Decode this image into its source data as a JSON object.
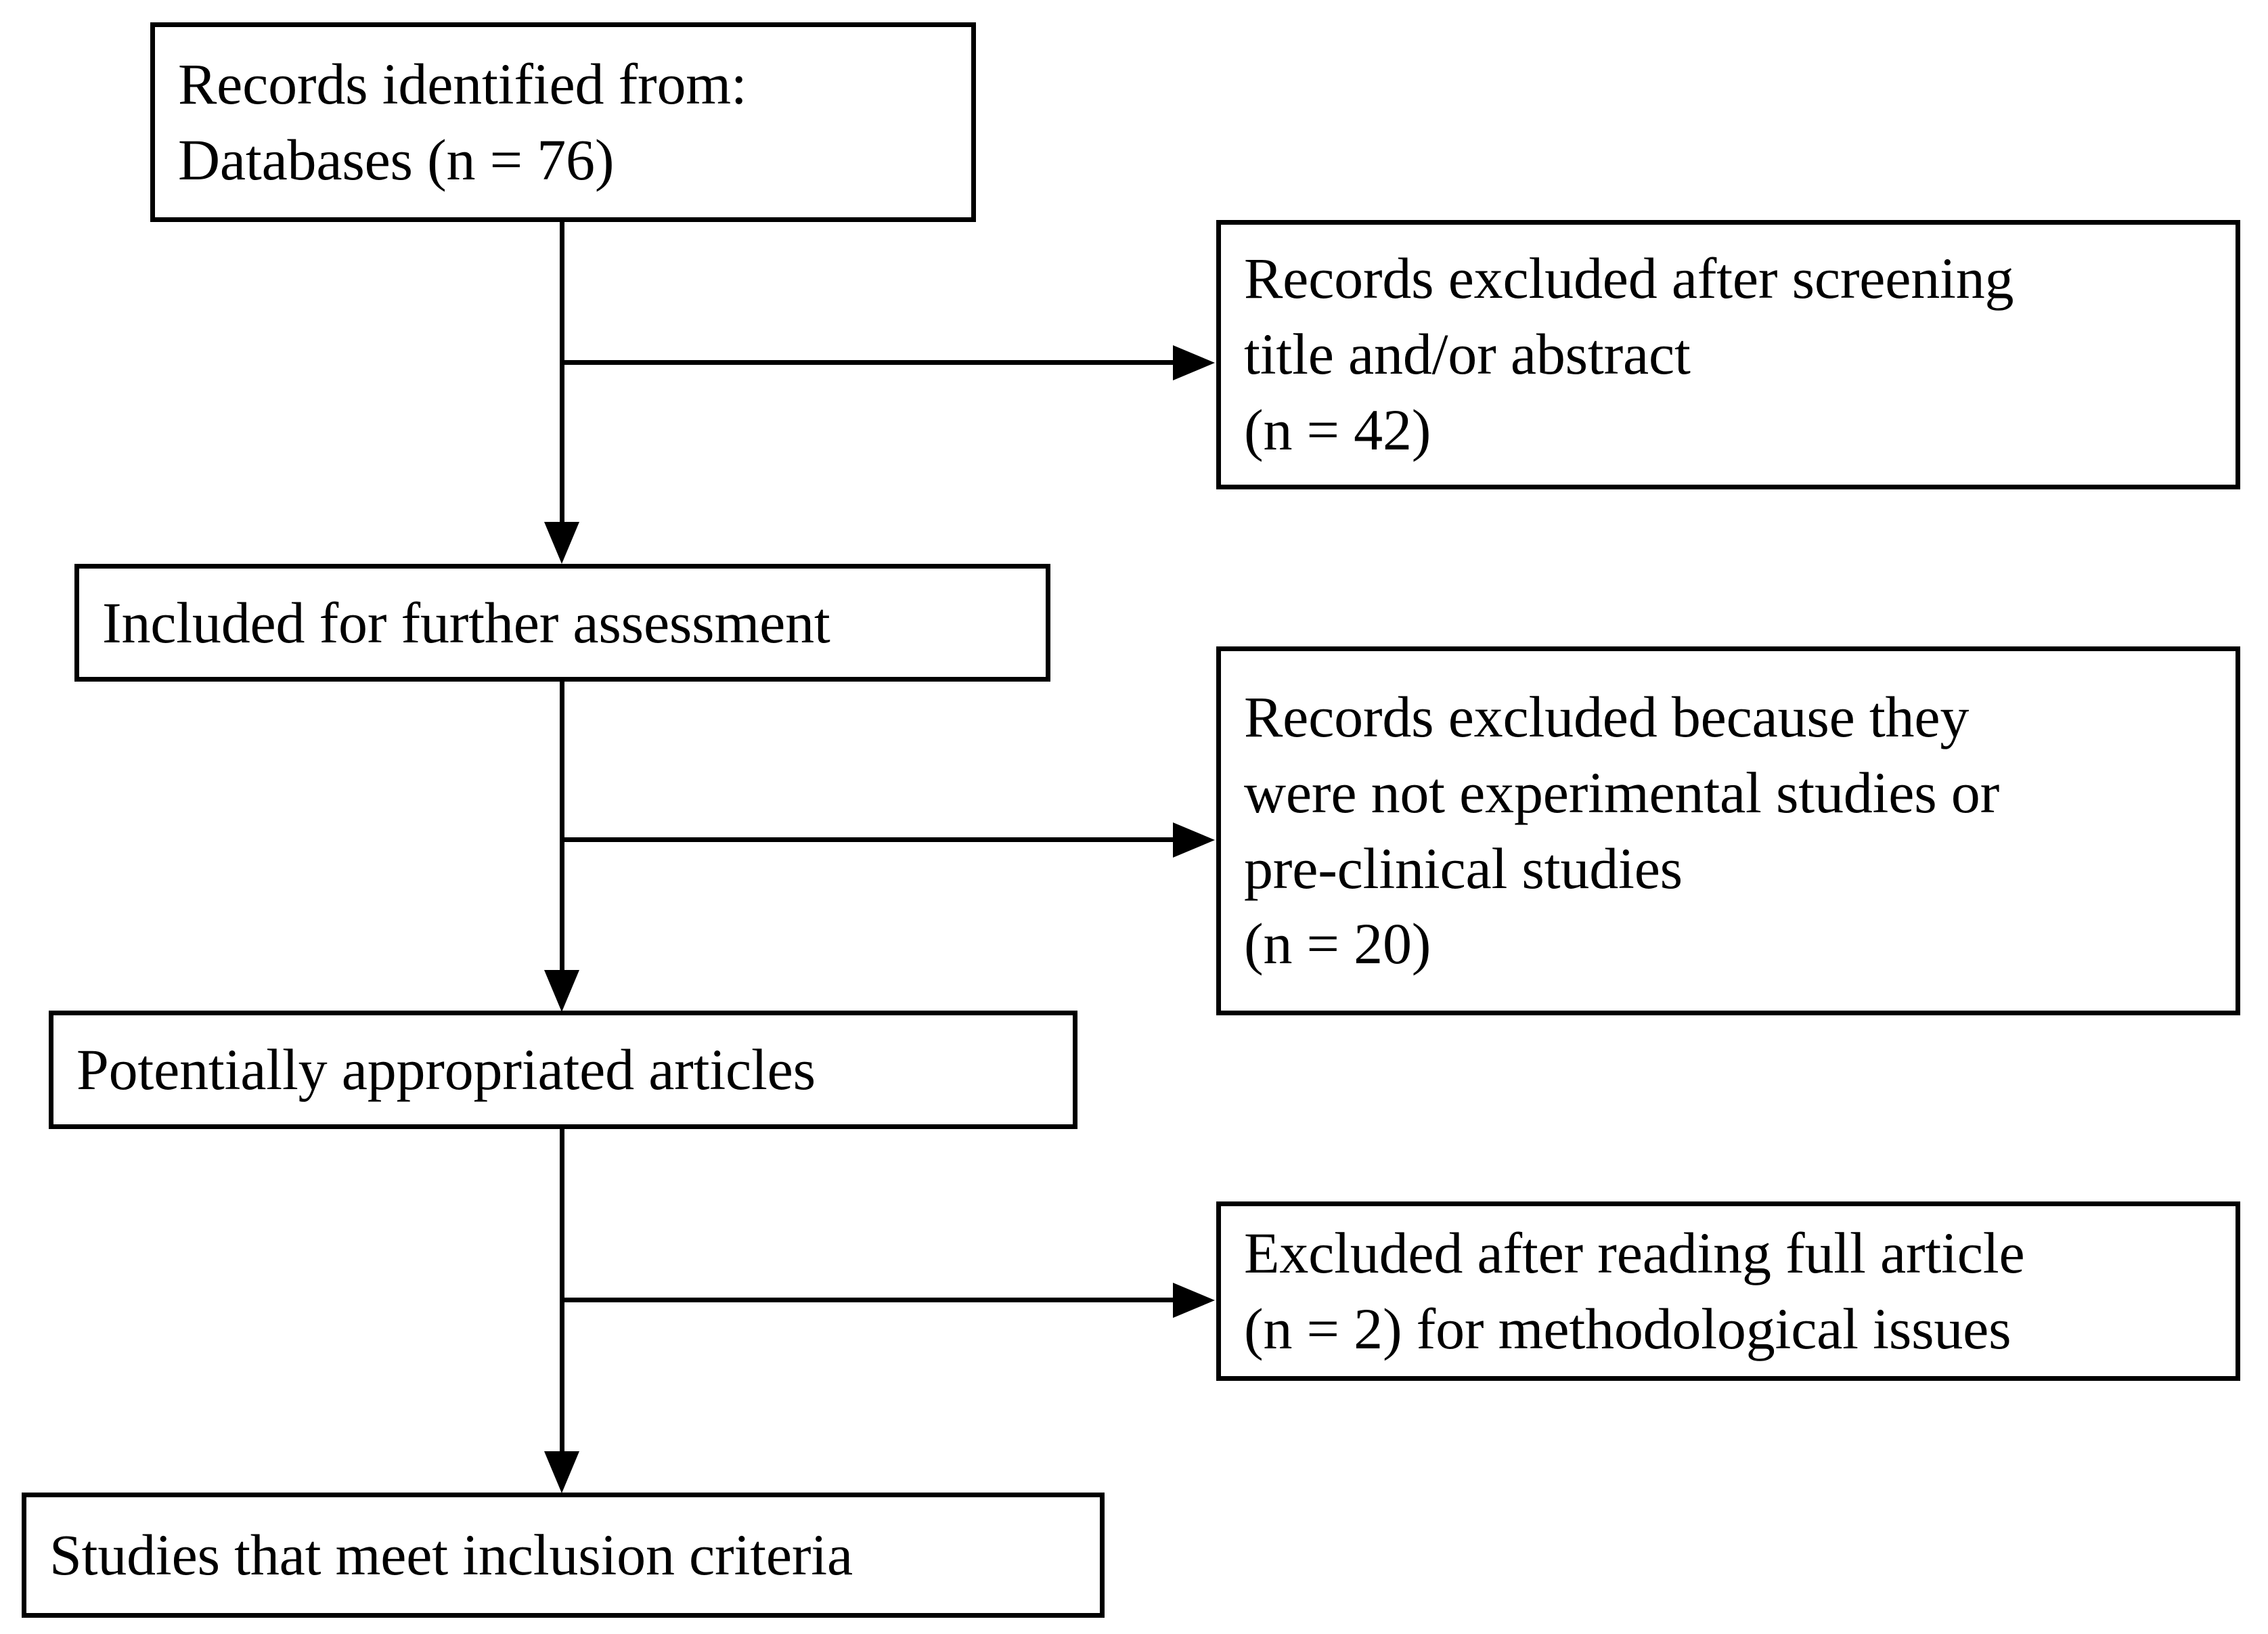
{
  "diagram": {
    "type": "prisma-flow-diagram",
    "title": "",
    "background_color": "#ffffff",
    "line_color": "#000000",
    "text_color": "#000000",
    "nodes": [
      {
        "id": "records-identified",
        "label": "Records identified from:\nDatabases (n = 76)",
        "count_label": "n = 76",
        "column": "main",
        "order": 1
      },
      {
        "id": "records-excluded-screening",
        "label": "Records excluded after screening\ntitle and/or abstract\n(n = 42)",
        "count_label": "n = 42",
        "column": "exclusion",
        "order": 2
      },
      {
        "id": "included-further-assessment",
        "label": "Included for further assessment",
        "count_label": "",
        "column": "main",
        "order": 3
      },
      {
        "id": "records-excluded-not-experimental",
        "label": "Records excluded because they\nwere not experimental studies or\npre-clinical studies\n(n = 20)",
        "count_label": "n = 20",
        "column": "exclusion",
        "order": 4
      },
      {
        "id": "potentially-appropriated-articles",
        "label": "Potentially appropriated articles",
        "count_label": "",
        "column": "main",
        "order": 5
      },
      {
        "id": "excluded-full-article",
        "label": "Excluded after reading full article\n(n = 2) for methodological issues",
        "count_label": "n = 2",
        "column": "exclusion",
        "order": 6
      },
      {
        "id": "studies-meet-inclusion",
        "label": "Studies that meet inclusion criteria",
        "count_label": "",
        "column": "main",
        "order": 7
      }
    ],
    "edges": [
      {
        "id": "edge-identified-to-included",
        "from": "records-identified",
        "to": "included-further-assessment",
        "direction": "down",
        "arrowhead": true
      },
      {
        "id": "edge-identified-to-excluded-screening",
        "from": "records-identified",
        "to": "records-excluded-screening",
        "direction": "right",
        "arrowhead": true
      },
      {
        "id": "edge-included-to-potentially",
        "from": "included-further-assessment",
        "to": "potentially-appropriated-articles",
        "direction": "down",
        "arrowhead": true
      },
      {
        "id": "edge-included-to-excluded-notexp",
        "from": "included-further-assessment",
        "to": "records-excluded-not-experimental",
        "direction": "right",
        "arrowhead": true
      },
      {
        "id": "edge-potentially-to-studies",
        "from": "potentially-appropriated-articles",
        "to": "studies-meet-inclusion",
        "direction": "down",
        "arrowhead": true
      },
      {
        "id": "edge-potentially-to-excluded-full",
        "from": "potentially-appropriated-articles",
        "to": "excluded-full-article",
        "direction": "right",
        "arrowhead": true
      }
    ]
  }
}
